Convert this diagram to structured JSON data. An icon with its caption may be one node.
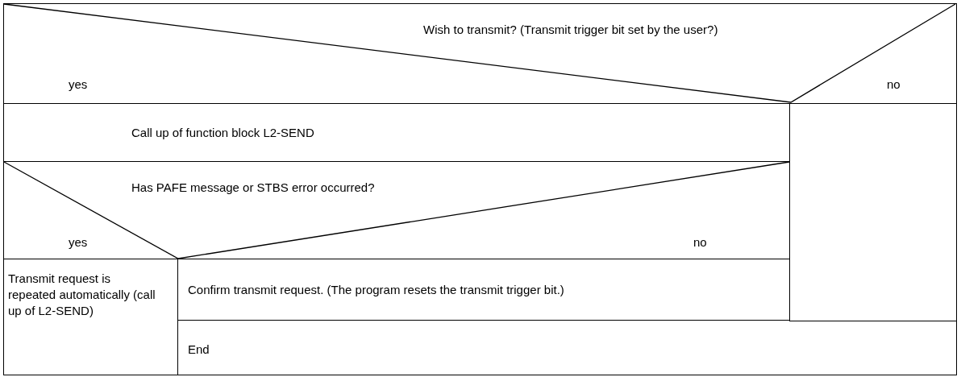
{
  "diagram": {
    "nodes": [
      {
        "text": [
          "Wish to transmit? (Transmit trigger bit set by the user?)",
          "yes",
          "no"
        ]
      },
      {
        "text": [
          "Call up of function block L2-SEND"
        ]
      },
      {
        "text": [
          "Has PAFE message or STBS error occurred?",
          "yes",
          "no"
        ]
      },
      {
        "text": [
          "Transmit request is repeated automatically (call up of L2-SEND)"
        ]
      },
      {
        "text": [
          "Confirm transmit request. (The program resets the transmit trigger bit.)"
        ]
      },
      {
        "text": [
          "End"
        ]
      },
      {
        "text": [],
        "shape": "box"
      }
    ],
    "edges": []
  }
}
